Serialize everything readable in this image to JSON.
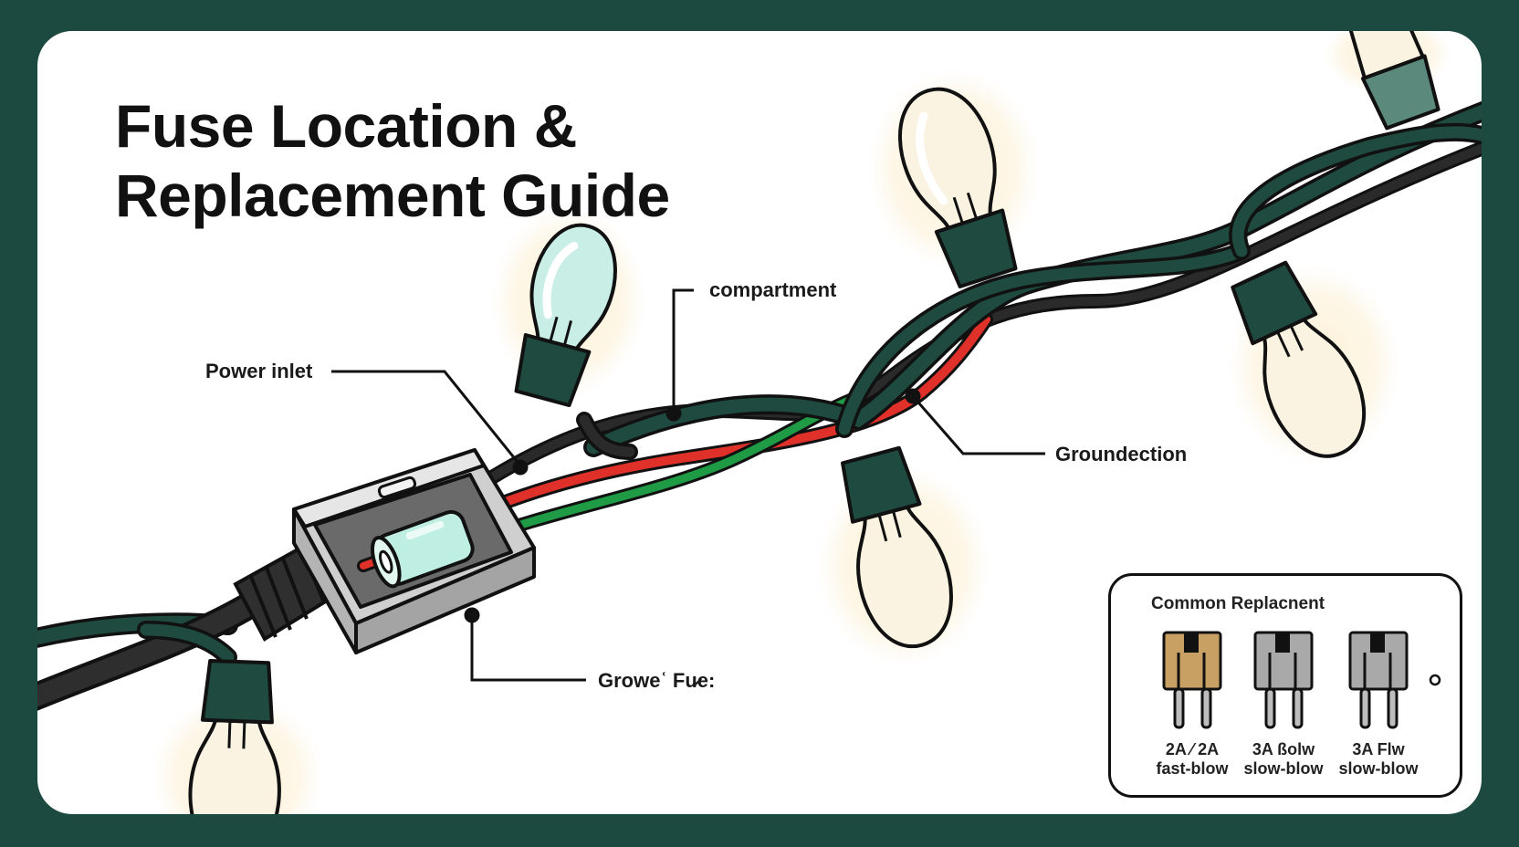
{
  "title": {
    "line1": "Fuse Location &",
    "line2": "Replacement Guide"
  },
  "labels": {
    "compartment": "compartment",
    "power_inlet": "Power inlet",
    "ground": "Groundection",
    "grower_fuse": "Groweʿ Fu̷e:"
  },
  "replacement_panel": {
    "title": "Common Replacnent",
    "fuses": [
      {
        "rating": "2A ⁄ 2A",
        "type": "fast-blow",
        "color": "#c9a063"
      },
      {
        "rating": "3A ßolw",
        "type": "slow-blow",
        "color": "#a9a9a9"
      },
      {
        "rating": "3A  Flw",
        "type": "slow-blow",
        "color": "#a9a9a9"
      }
    ]
  },
  "colors": {
    "background": "#1d4a40",
    "wire_green_dark": "#1e4a3f",
    "wire_black": "#2a2a2a",
    "wire_red": "#e0302a",
    "wire_green": "#1f9a45",
    "bulb_glass": "#fbf3e2",
    "bulb_glow": "#fdf3dc",
    "bulb_teal": "#c8eee6"
  }
}
